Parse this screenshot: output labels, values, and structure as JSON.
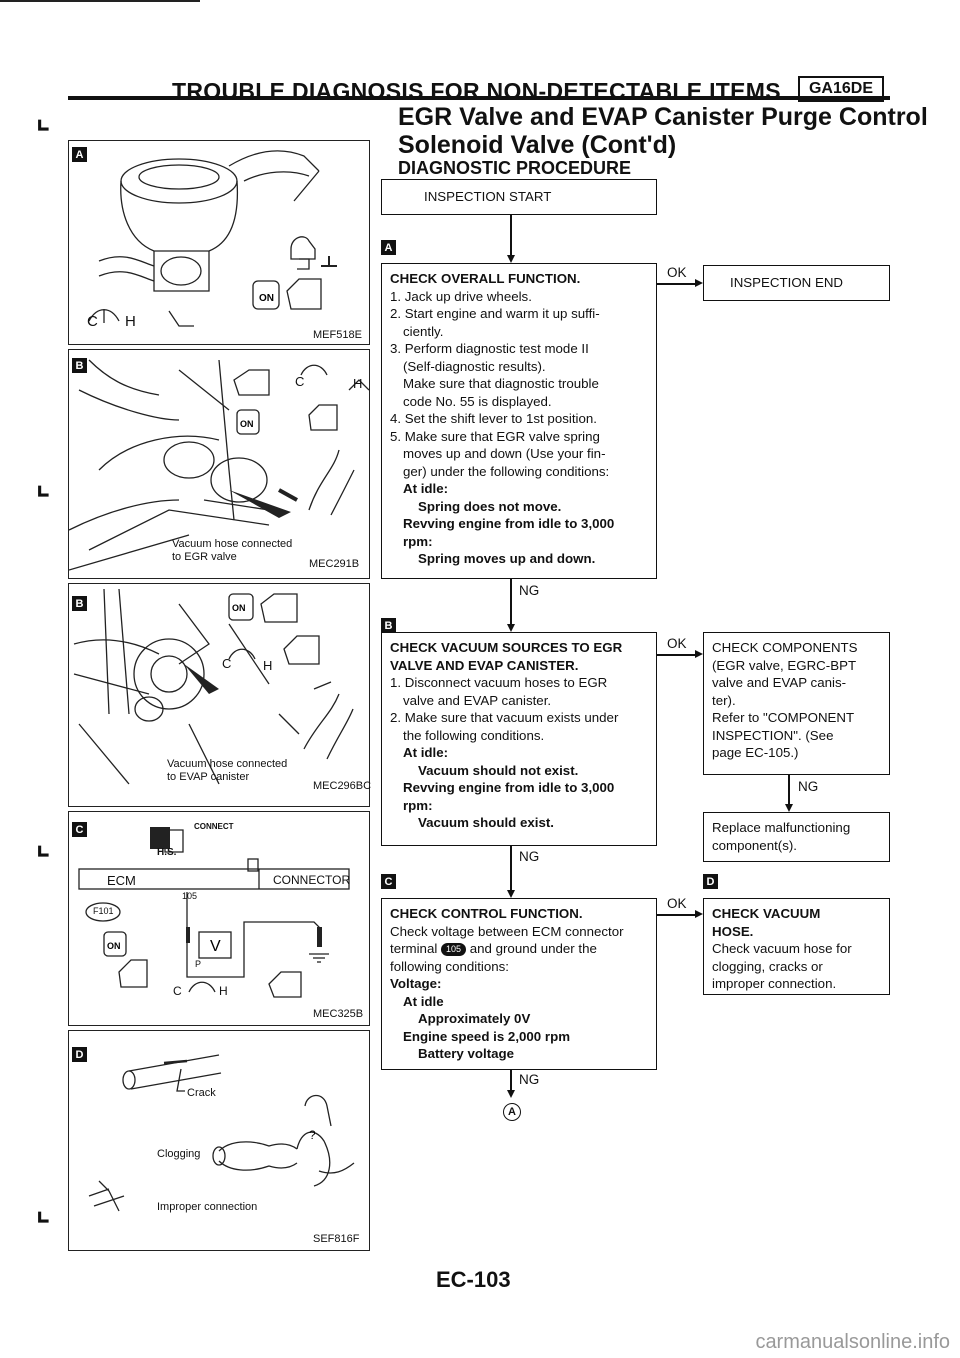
{
  "header": {
    "section_title": "TROUBLE DIAGNOSIS FOR NON-DETECTABLE ITEMS",
    "engine_tag": "GA16DE"
  },
  "title": {
    "line1": "EGR Valve and EVAP Canister Purge Control",
    "line2": "Solenoid Valve (Cont'd)"
  },
  "subtitle": "DIAGNOSTIC PROCEDURE",
  "figures": [
    {
      "letter": "A",
      "code": "MEF518E",
      "marks": [
        "C",
        "H"
      ]
    },
    {
      "letter": "B",
      "code": "MEC291B",
      "caption1": "Vacuum hose connected",
      "caption2": "to EGR valve",
      "marks": [
        "C",
        "H"
      ]
    },
    {
      "letter": "B",
      "code": "MEC296BC",
      "caption1": "Vacuum hose connected",
      "caption2": "to EVAP canister",
      "marks": [
        "C",
        "H"
      ]
    },
    {
      "letter": "C",
      "code": "MEC325B",
      "hs": "H.S.",
      "connect": "CONNECT",
      "ecm": "ECM",
      "connector": "CONNECTOR",
      "f101": "F101",
      "pin": "105",
      "meter": "V",
      "p": "P",
      "marks": [
        "C",
        "H"
      ]
    },
    {
      "letter": "D",
      "code": "SEF816F",
      "crack": "Crack",
      "clogging": "Clogging",
      "improper": "Improper connection"
    }
  ],
  "flow": {
    "start": "INSPECTION START",
    "end": "INSPECTION END",
    "ok": "OK",
    "ng": "NG",
    "step1": {
      "letter": "A",
      "title": "CHECK OVERALL FUNCTION.",
      "lines": [
        "1. Jack up drive wheels.",
        "2. Start engine and warm it up suffi-",
        "ciently.",
        "3. Perform diagnostic test mode II",
        "(Self-diagnostic results).",
        "Make sure that diagnostic trouble",
        "code No. 55 is displayed.",
        "4. Set the shift lever to 1st position.",
        "5. Make sure that EGR valve spring",
        "moves up and down (Use your fin-",
        "ger) under the following conditions:"
      ],
      "cond1": "At idle:",
      "cond1_val": "Spring does not move.",
      "cond2": "Revving engine from idle to 3,000",
      "cond2b": "rpm:",
      "cond2_val": "Spring moves up and down."
    },
    "step2": {
      "letter": "B",
      "title1": "CHECK VACUUM SOURCES TO EGR",
      "title2": "VALVE AND EVAP CANISTER.",
      "lines": [
        "1. Disconnect vacuum hoses to EGR",
        "valve and EVAP canister.",
        "2. Make sure that vacuum exists under",
        "the following conditions."
      ],
      "cond1": "At idle:",
      "cond1_val": "Vacuum should not exist.",
      "cond2": "Revving engine from idle to 3,000",
      "cond2b": "rpm:",
      "cond2_val": "Vacuum should exist."
    },
    "components": {
      "lines": [
        "CHECK COMPONENTS",
        "(EGR valve, EGRC-BPT",
        "valve and EVAP canis-",
        "ter).",
        "Refer to \"COMPONENT",
        "INSPECTION\". (See",
        "page EC-105.)"
      ]
    },
    "replace": {
      "lines": [
        "Replace malfunctioning",
        "component(s)."
      ]
    },
    "step3": {
      "letter": "C",
      "title": "CHECK CONTROL FUNCTION.",
      "lines": [
        "Check voltage between ECM connector",
        "terminal",
        "and ground under the",
        "following conditions:"
      ],
      "terminal_no": "105",
      "voltage": "Voltage:",
      "c1": "At idle",
      "c1v": "Approximately 0V",
      "c2": "Engine speed is 2,000 rpm",
      "c2v": "Battery voltage"
    },
    "vacuum_hose": {
      "letter": "D",
      "title1": "CHECK VACUUM",
      "title2": "HOSE.",
      "lines": [
        "Check vacuum hose for",
        "clogging, cracks or",
        "improper connection."
      ]
    },
    "continue": "A"
  },
  "page_number": "EC-103",
  "footer": "carmanualsonline.info"
}
